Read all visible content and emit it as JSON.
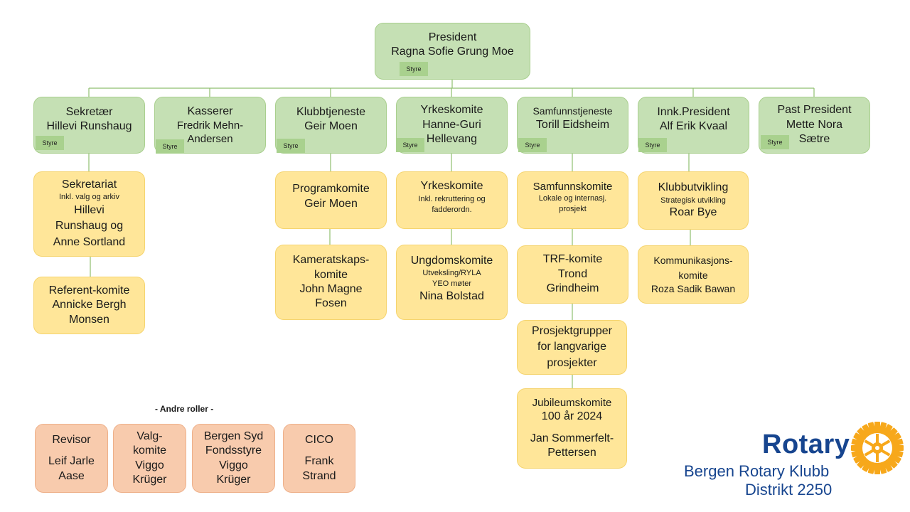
{
  "tag_label": "Styre",
  "president": {
    "title": "President",
    "name": "Ragna Sofie Grung Moe"
  },
  "board": [
    {
      "title": "Sekretær",
      "name": "Hillevi Runshaug"
    },
    {
      "title": "Kasserer",
      "name": "Fredrik Mehn-Andersen"
    },
    {
      "title": "Klubbtjeneste",
      "name": "Geir Moen"
    },
    {
      "title": "Yrkeskomite",
      "name": "Hanne-Guri Hellevang"
    },
    {
      "title": "Samfunnstjeneste",
      "name": "Torill Eidsheim"
    },
    {
      "title": "Innk.President",
      "name": "Alf Erik Kvaal"
    },
    {
      "title": "Past President",
      "name": "Mette Nora Sætre"
    }
  ],
  "committees": {
    "sekretariat": {
      "title": "Sekretariat",
      "sub": "Inkl. valg og arkiv",
      "name": "Hillevi Runshaug og Anne Sortland"
    },
    "referent": {
      "title": "Referent-komite",
      "name": "Annicke Bergh Monsen"
    },
    "program": {
      "title": "Programkomite",
      "name": "Geir Moen"
    },
    "kamerat": {
      "title": "Kameratskaps-komite",
      "name": "John Magne Fosen"
    },
    "yrke": {
      "title": "Yrkeskomite",
      "sub": "Inkl. rekruttering og fadderordn."
    },
    "ungdom": {
      "title": "Ungdomskomite",
      "sub1": "Utveksling/RYLA",
      "sub2": "YEO møter",
      "name": "Nina Bolstad"
    },
    "samfunn": {
      "title": "Samfunnskomite",
      "sub": "Lokale og internasj. prosjekt"
    },
    "trf": {
      "title": "TRF-komite",
      "name": "Trond Grindheim"
    },
    "prosjekt": {
      "title": "Prosjektgrupper for langvarige prosjekter"
    },
    "jubileum": {
      "title": "Jubileumskomite",
      "year": "100 år 2024",
      "name": "Jan Sommerfelt-Pettersen"
    },
    "klubbutv": {
      "title": "Klubbutvikling",
      "sub": "Strategisk utvikling",
      "name": "Roar Bye"
    },
    "kommunikasjon": {
      "title": "Kommunikasjons-komite",
      "name": "Roza Sadik Bawan"
    }
  },
  "other_roles": {
    "heading": "- Andre roller -",
    "items": [
      {
        "title": "Revisor",
        "name": "Leif Jarle Aase"
      },
      {
        "title": "Valg-komite",
        "name": "Viggo Krüger"
      },
      {
        "title": "Bergen Syd Fondsstyre",
        "name": "Viggo Krüger"
      },
      {
        "title": "CICO",
        "name": "Frank Strand"
      }
    ]
  },
  "logo": {
    "brand": "Rotary",
    "club": "Bergen Rotary Klubb",
    "district": "Distrikt 2250"
  },
  "colors": {
    "green": "#c5e0b4",
    "yellow": "#ffe699",
    "salmon": "#f8cbad",
    "rotary_blue": "#17458f",
    "rotary_gold": "#f7a81b"
  }
}
